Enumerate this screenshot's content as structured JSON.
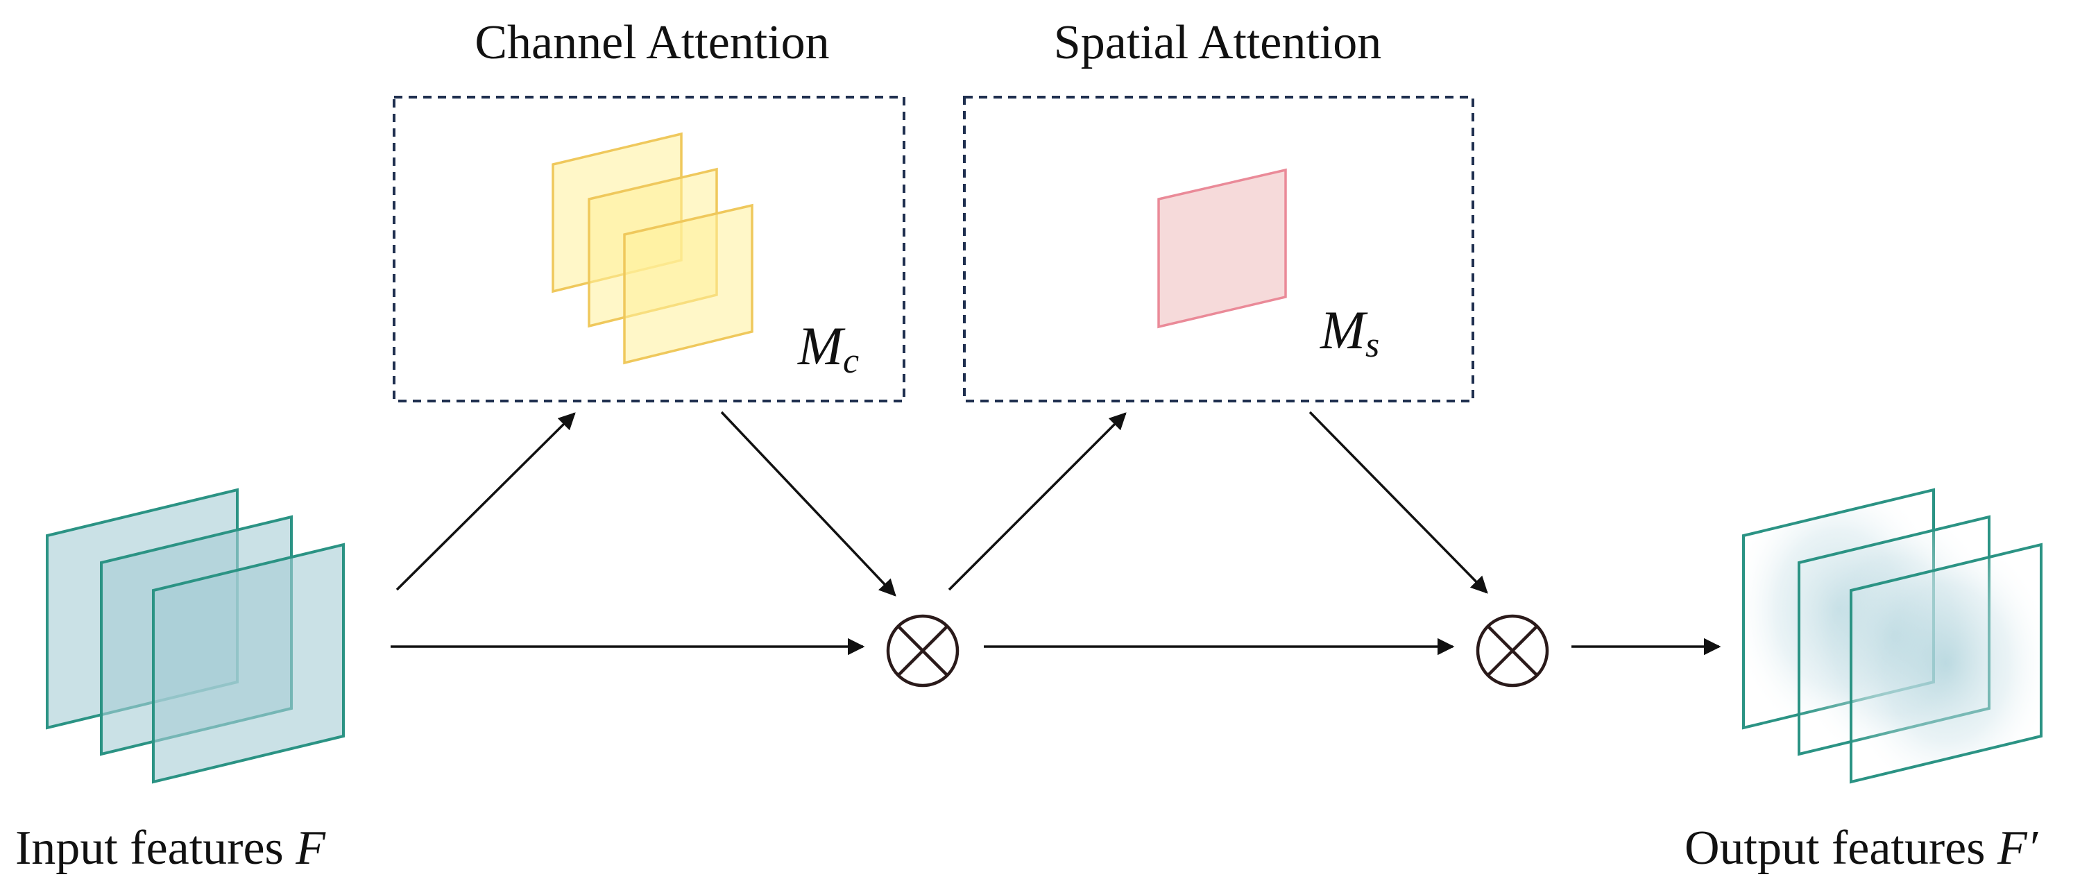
{
  "channel_attention": {
    "title": "Channel Attention",
    "symbol": "M",
    "subscript": "c"
  },
  "spatial_attention": {
    "title": "Spatial Attention",
    "symbol": "M",
    "subscript": "s"
  },
  "input": {
    "label": "Input features ",
    "symbol": "F"
  },
  "output": {
    "label": "Output features ",
    "symbol": "F′"
  },
  "colors": {
    "input_fill": "#a7cdd6",
    "input_stroke": "#2b9384",
    "channel_fill": "#fff19a",
    "channel_stroke": "#efc85c",
    "spatial_fill": "#f6dada",
    "spatial_stroke": "#ea8a98",
    "box_border": "#1f2f4f",
    "arrow": "#111111"
  },
  "operators": [
    "⊗",
    "⊗"
  ]
}
